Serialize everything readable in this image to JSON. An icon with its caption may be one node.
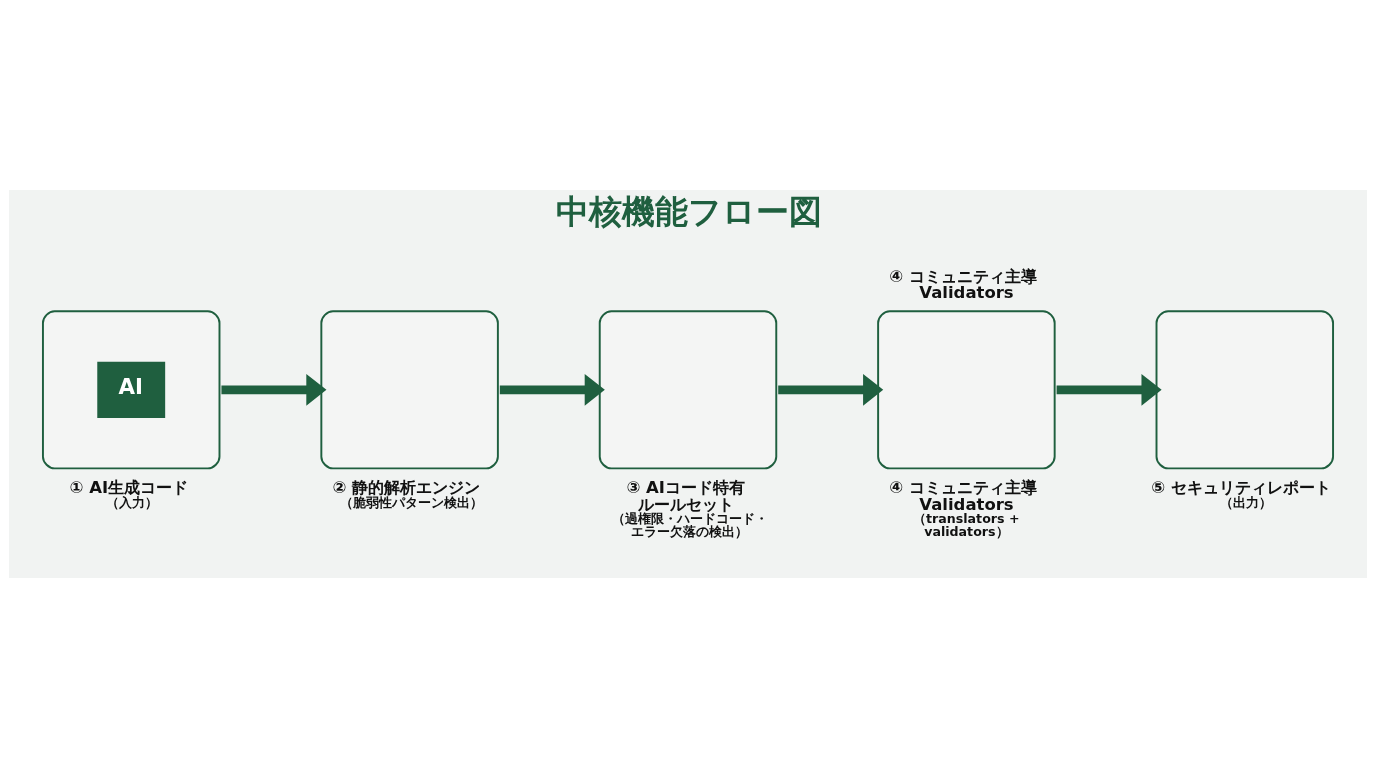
{
  "diagram": {
    "title": "中核機能フロー図",
    "nodes": [
      {
        "text": [
          "AI",
          "① AI生成コード",
          "（入力）"
        ]
      },
      {
        "text": [
          "② 静的解析エンジン",
          "（脆弱性パターン検出）"
        ]
      },
      {
        "text": [
          "③ AIコード特有ルールセット",
          "（過権限・ハードコード・エラー欠落の検出）"
        ]
      },
      {
        "text": [
          "④ コミュニティ主導 Validators",
          "（translators + validators）"
        ],
        "beside": [
          "④ コミュニティ主導 Validators"
        ]
      },
      {
        "text": [
          "⑤ セキュリティレポート",
          "（出力）"
        ]
      }
    ],
    "edges": [
      {
        "from": 0,
        "to": 1,
        "arrow": "to"
      },
      {
        "from": 1,
        "to": 2,
        "arrow": "to"
      },
      {
        "from": 2,
        "to": 3,
        "arrow": "to"
      },
      {
        "from": 3,
        "to": 4,
        "arrow": "to"
      }
    ]
  }
}
